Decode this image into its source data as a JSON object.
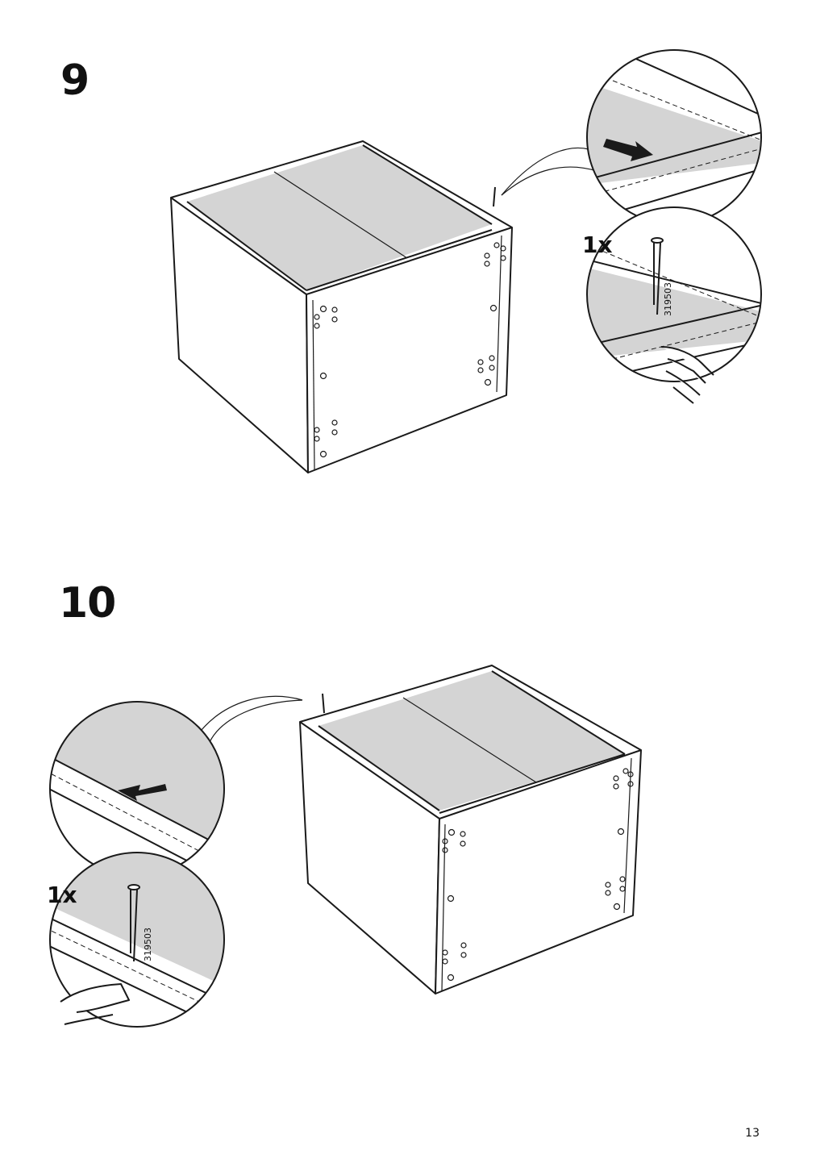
{
  "steps": [
    {
      "number": "9",
      "quantity": "1x",
      "part_number": "319503"
    },
    {
      "number": "10",
      "quantity": "1x",
      "part_number": "319503"
    }
  ],
  "page_number": "13",
  "icons": {
    "arrow": "arrow-icon",
    "nail": "nail-icon",
    "hand": "hand-press-icon"
  }
}
